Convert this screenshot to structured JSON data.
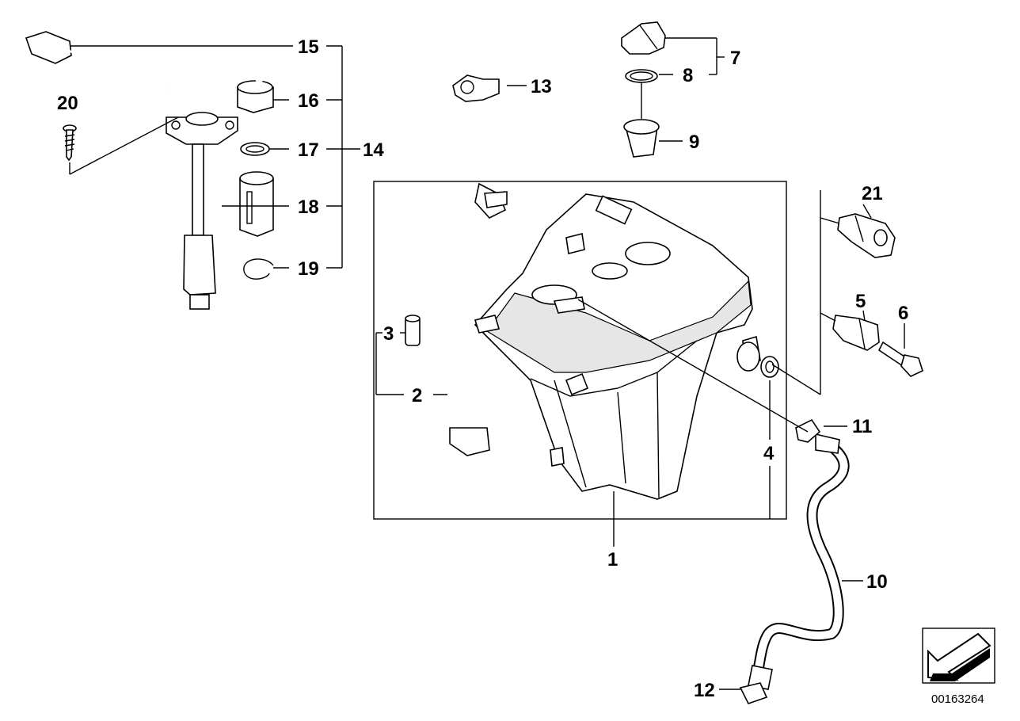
{
  "diagram_code": "00163264",
  "callouts": {
    "c1": "1",
    "c2": "2",
    "c3": "3",
    "c4": "4",
    "c5": "5",
    "c6": "6",
    "c7": "7",
    "c8": "8",
    "c9": "9",
    "c10": "10",
    "c11": "11",
    "c12": "12",
    "c13": "13",
    "c14": "14",
    "c15": "15",
    "c16": "16",
    "c17": "17",
    "c18": "18",
    "c19": "19",
    "c20": "20",
    "c21": "21"
  },
  "icons": {
    "orientation_arrow": "arrow-down-left-icon"
  },
  "colors": {
    "line": "#000000",
    "background": "#ffffff",
    "shade": "#e6e6e6"
  }
}
